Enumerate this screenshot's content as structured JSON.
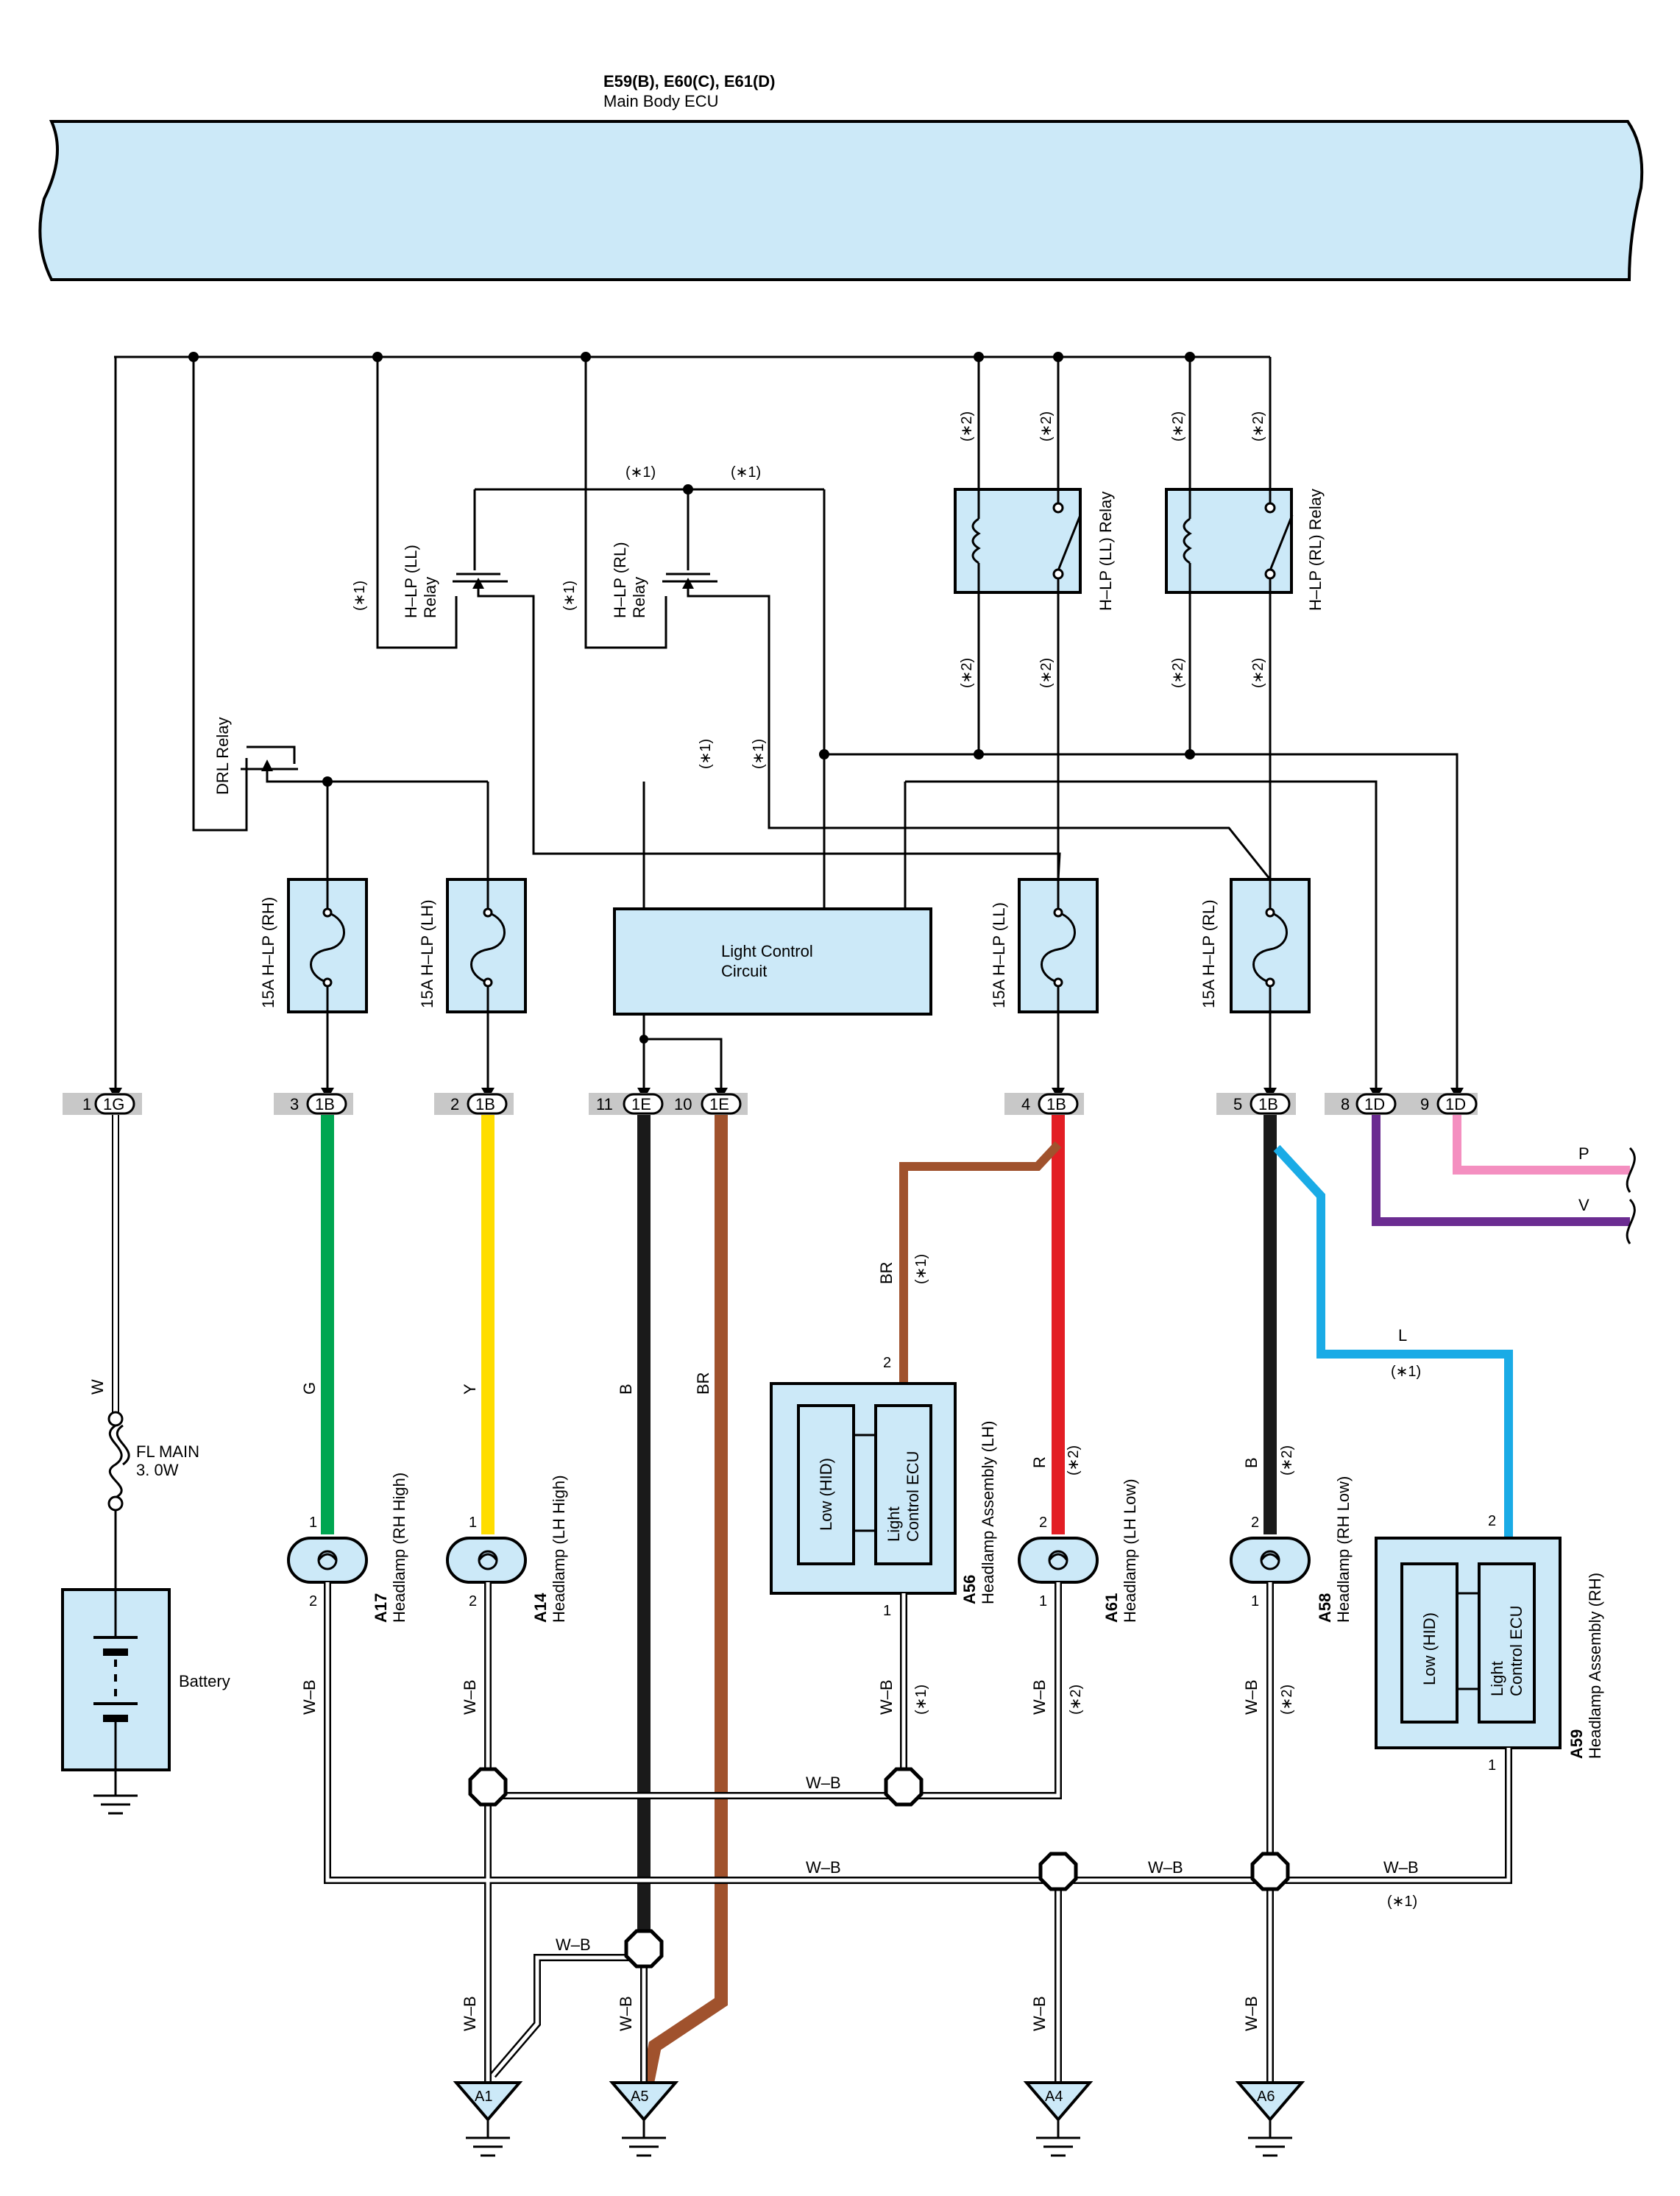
{
  "ecu": {
    "id": "E59(B), E60(C), E61(D)",
    "name": "Main Body ECU"
  },
  "relays": {
    "drl": "DRL Relay",
    "hlp_ll_a": "H–LP (LL)",
    "hlp_ll_b": "Relay",
    "hlp_rl_a": "H–LP (RL)",
    "hlp_rl_b": "Relay",
    "hlp_ll_relay2": "H–LP (LL) Relay",
    "hlp_rl_relay2": "H–LP (RL) Relay"
  },
  "fuses": {
    "rh": "15A H–LP (RH)",
    "lh": "15A H–LP (LH)",
    "ll": "15A H–LP (LL)",
    "rl": "15A H–LP (RL)",
    "fl_main_a": "FL MAIN",
    "fl_main_b": "3. 0W"
  },
  "light_control": {
    "line1": "Light Control",
    "line2": "Circuit"
  },
  "notes": {
    "n1": "(∗1)",
    "n2": "(∗2)"
  },
  "connectors": [
    {
      "pin": "1",
      "code": "1G"
    },
    {
      "pin": "3",
      "code": "1B"
    },
    {
      "pin": "2",
      "code": "1B"
    },
    {
      "pin": "11",
      "code": "1E"
    },
    {
      "pin": "10",
      "code": "1E"
    },
    {
      "pin": "4",
      "code": "1B"
    },
    {
      "pin": "5",
      "code": "1B"
    },
    {
      "pin": "8",
      "code": "1D"
    },
    {
      "pin": "9",
      "code": "1D"
    }
  ],
  "wire_colors": {
    "W": "W",
    "G": "G",
    "Y": "Y",
    "B": "B",
    "BR": "BR",
    "R": "R",
    "L": "L",
    "P": "P",
    "V": "V",
    "WB": "W–B"
  },
  "colors": {
    "green": "#00a651",
    "yellow": "#ffdd00",
    "black": "#1a1a1a",
    "brown": "#a0522d",
    "red": "#e31e24",
    "blue": "#1aabe6",
    "pink": "#f48fc0",
    "violet": "#6b2c91",
    "box": "#cce9f8"
  },
  "components": {
    "battery": "Battery",
    "a17_id": "A17",
    "a17": "Headlamp (RH High)",
    "a14_id": "A14",
    "a14": "Headlamp (LH High)",
    "a56_id": "A56",
    "a56": "Headlamp Assembly (LH)",
    "a61_id": "A61",
    "a61": "Headlamp (LH Low)",
    "a58_id": "A58",
    "a58": "Headlamp (RH Low)",
    "a59_id": "A59",
    "a59": "Headlamp Assembly (RH)",
    "low_hid": "Low (HID)",
    "light_ecu_a": "Light",
    "light_ecu_b": "Control ECU"
  },
  "pins": {
    "p1": "1",
    "p2": "2"
  },
  "grounds": [
    "A1",
    "A5",
    "A4",
    "A6"
  ]
}
